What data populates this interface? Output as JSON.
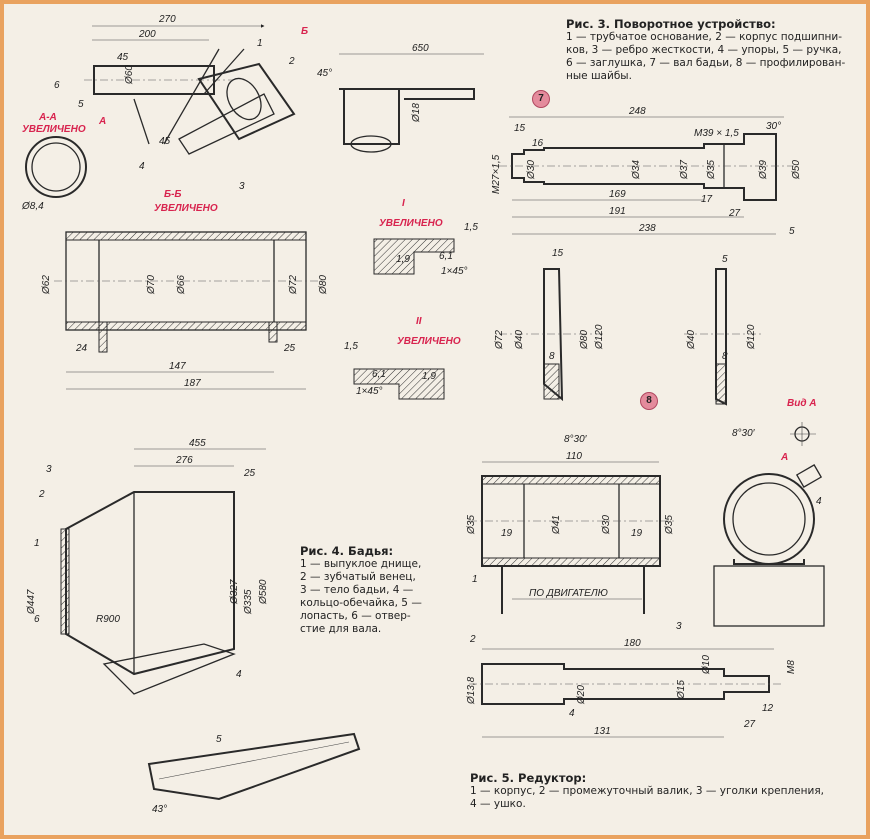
{
  "fig3": {
    "title": "Рис. 3. Поворотное устройство:",
    "lines": [
      "1 — трубчатое основание, 2 — корпус подшипни-",
      "ков, 3 — ребро жесткости, 4 — упоры, 5 — ручка,",
      "6 — заглушка, 7 — вал бадьи, 8 — профилирован-",
      "ные шайбы."
    ]
  },
  "fig4": {
    "title": "Рис. 4. Бадья:",
    "lines": [
      "1 — выпуклое днище,",
      "2 — зубчатый венец,",
      "3 — тело бадьи, 4 —",
      "кольцо-обечайка, 5 —",
      "лопасть, 6 — отвер-",
      "стие для вала."
    ]
  },
  "fig5": {
    "title": "Рис. 5. Редуктор:",
    "lines": [
      "1 — корпус, 2 — промежуточный валик, 3 — уголки крепления,",
      "4 — ушко."
    ]
  },
  "badges": {
    "seven": "7",
    "eight": "8"
  },
  "views": {
    "aa": "А-А",
    "bb": "Б-Б",
    "i": "I",
    "ii": "II",
    "enlarged": "УВЕЛИЧЕНО",
    "vid_a": "Вид А",
    "to_motor": "ПО ДВИГАТЕЛЮ"
  },
  "dims": {
    "top": [
      "270",
      "200",
      "45",
      "45",
      "Ø60",
      "Ø8,4",
      "45°",
      "650",
      "Ø18"
    ],
    "bb": [
      "Ø62",
      "Ø70",
      "Ø66",
      "Ø72",
      "Ø80",
      "24",
      "147",
      "187",
      "25"
    ],
    "detail": [
      "1,5",
      "1,9",
      "6,1",
      "1×45°"
    ],
    "shaft": [
      "248",
      "15",
      "16",
      "М39 × 1,5",
      "30°",
      "М27×1,5",
      "Ø30",
      "Ø34",
      "Ø37",
      "Ø35",
      "Ø39",
      "Ø50",
      "17",
      "169",
      "27",
      "191",
      "238",
      "5"
    ],
    "washers": [
      "15",
      "Ø72",
      "Ø40",
      "Ø80",
      "Ø120",
      "8",
      "8°30′",
      "5",
      "Ø40",
      "Ø120",
      "8",
      "8°30′"
    ],
    "bucket": [
      "455",
      "276",
      "25",
      "Ø447",
      "Ø327",
      "Ø335",
      "Ø580",
      "R900",
      "43°"
    ],
    "reducer": [
      "110",
      "Ø35",
      "19",
      "Ø41",
      "Ø30",
      "Ø35",
      "19",
      "180",
      "Ø13,8",
      "Ø20",
      "Ø15",
      "Ø10",
      "М8",
      "4",
      "131",
      "27",
      "12"
    ],
    "labels": [
      "1",
      "2",
      "3",
      "4",
      "5",
      "6",
      "А",
      "Б"
    ]
  }
}
